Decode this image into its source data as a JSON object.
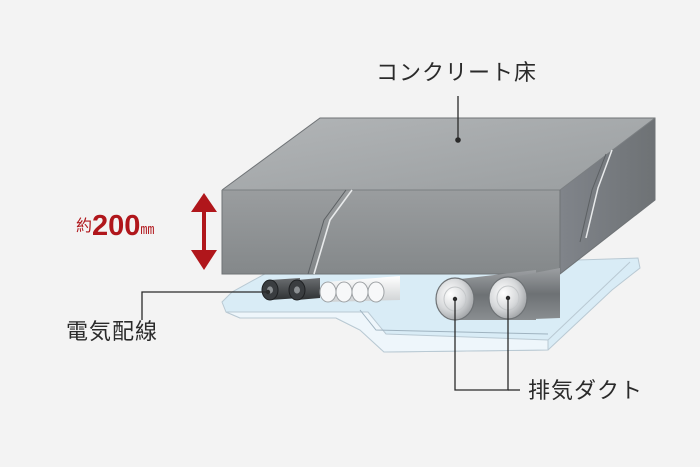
{
  "labels": {
    "concrete_floor": "コンクリート床",
    "electric_wiring": "電気配線",
    "exhaust_duct": "排気ダクト"
  },
  "thickness": {
    "prefix": "約",
    "value": "200",
    "unit": "㎜"
  },
  "colors": {
    "background": "#f3f3f3",
    "slab_top": "#a7aaac",
    "slab_front": "#8f9395",
    "slab_side": "#7e8284",
    "ceiling_panel": "#d6e9f4",
    "arrow": "#b0161b",
    "leader": "#2a2a2a"
  },
  "icons": [
    "double-arrow-icon"
  ]
}
